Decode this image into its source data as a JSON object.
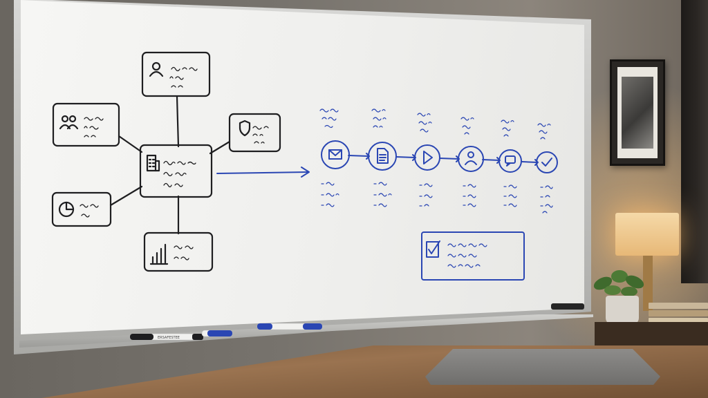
{
  "scene": {
    "description_tags": [
      "whiteboard-diagram",
      "office",
      "desk",
      "laptop",
      "lamp",
      "plant",
      "framed-picture"
    ]
  },
  "whiteboard": {
    "hub_icon": "building-icon",
    "satellites": [
      {
        "id": "top",
        "icon": "person-icon"
      },
      {
        "id": "left",
        "icon": "people-icon"
      },
      {
        "id": "right",
        "icon": "shield-icon"
      },
      {
        "id": "lower-left",
        "icon": "pie-chart-icon"
      },
      {
        "id": "bottom",
        "icon": "bar-chart-icon"
      }
    ],
    "flow_steps": [
      {
        "icon": "mail-icon"
      },
      {
        "icon": "document-icon"
      },
      {
        "icon": "play-icon"
      },
      {
        "icon": "person-icon"
      },
      {
        "icon": "chat-icon"
      },
      {
        "icon": "check-icon"
      }
    ],
    "summary_box_icon": "checkbox-icon"
  },
  "markers": [
    {
      "color": "#1e1e20",
      "label": "ERSAFESTEE"
    },
    {
      "color": "#2a46b3",
      "label": ""
    },
    {
      "color": "#2a46b3",
      "label": ""
    }
  ],
  "colors": {
    "ink_black": "#1e1e20",
    "ink_blue": "#2a46b3",
    "board_white": "#f3f3f1"
  }
}
